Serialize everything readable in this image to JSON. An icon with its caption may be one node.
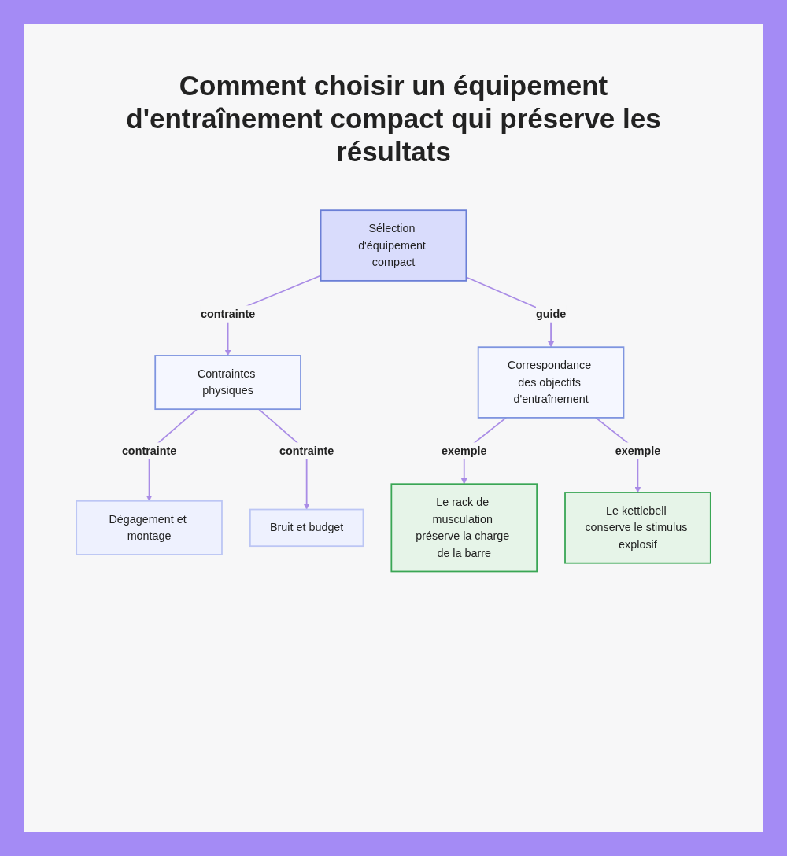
{
  "diagram": {
    "title": "Comment choisir un équipement d'entraînement compact qui préserve les résultats",
    "nodes": [
      {
        "text": [
          "Sélection d'équipement compact"
        ]
      },
      {
        "text": [
          "Contraintes physiques"
        ]
      },
      {
        "text": [
          "Correspondance des objectifs d'entraînement"
        ]
      },
      {
        "text": [
          "Dégagement et montage"
        ]
      },
      {
        "text": [
          "Bruit et budget"
        ]
      },
      {
        "text": [
          "Le rack de musculation préserve la charge de la barre"
        ]
      },
      {
        "text": [
          "Le kettlebell conserve le stimulus explosif"
        ]
      }
    ],
    "edges": [
      {
        "from": 0,
        "to": 1,
        "arrow": "to",
        "label": "contrainte"
      },
      {
        "from": 0,
        "to": 2,
        "arrow": "to",
        "label": "guide"
      },
      {
        "from": 1,
        "to": 3,
        "arrow": "to",
        "label": "contrainte"
      },
      {
        "from": 1,
        "to": 4,
        "arrow": "to",
        "label": "contrainte"
      },
      {
        "from": 2,
        "to": 5,
        "arrow": "to",
        "label": "exemple"
      },
      {
        "from": 2,
        "to": 6,
        "arrow": "to",
        "label": "exemple"
      }
    ]
  }
}
